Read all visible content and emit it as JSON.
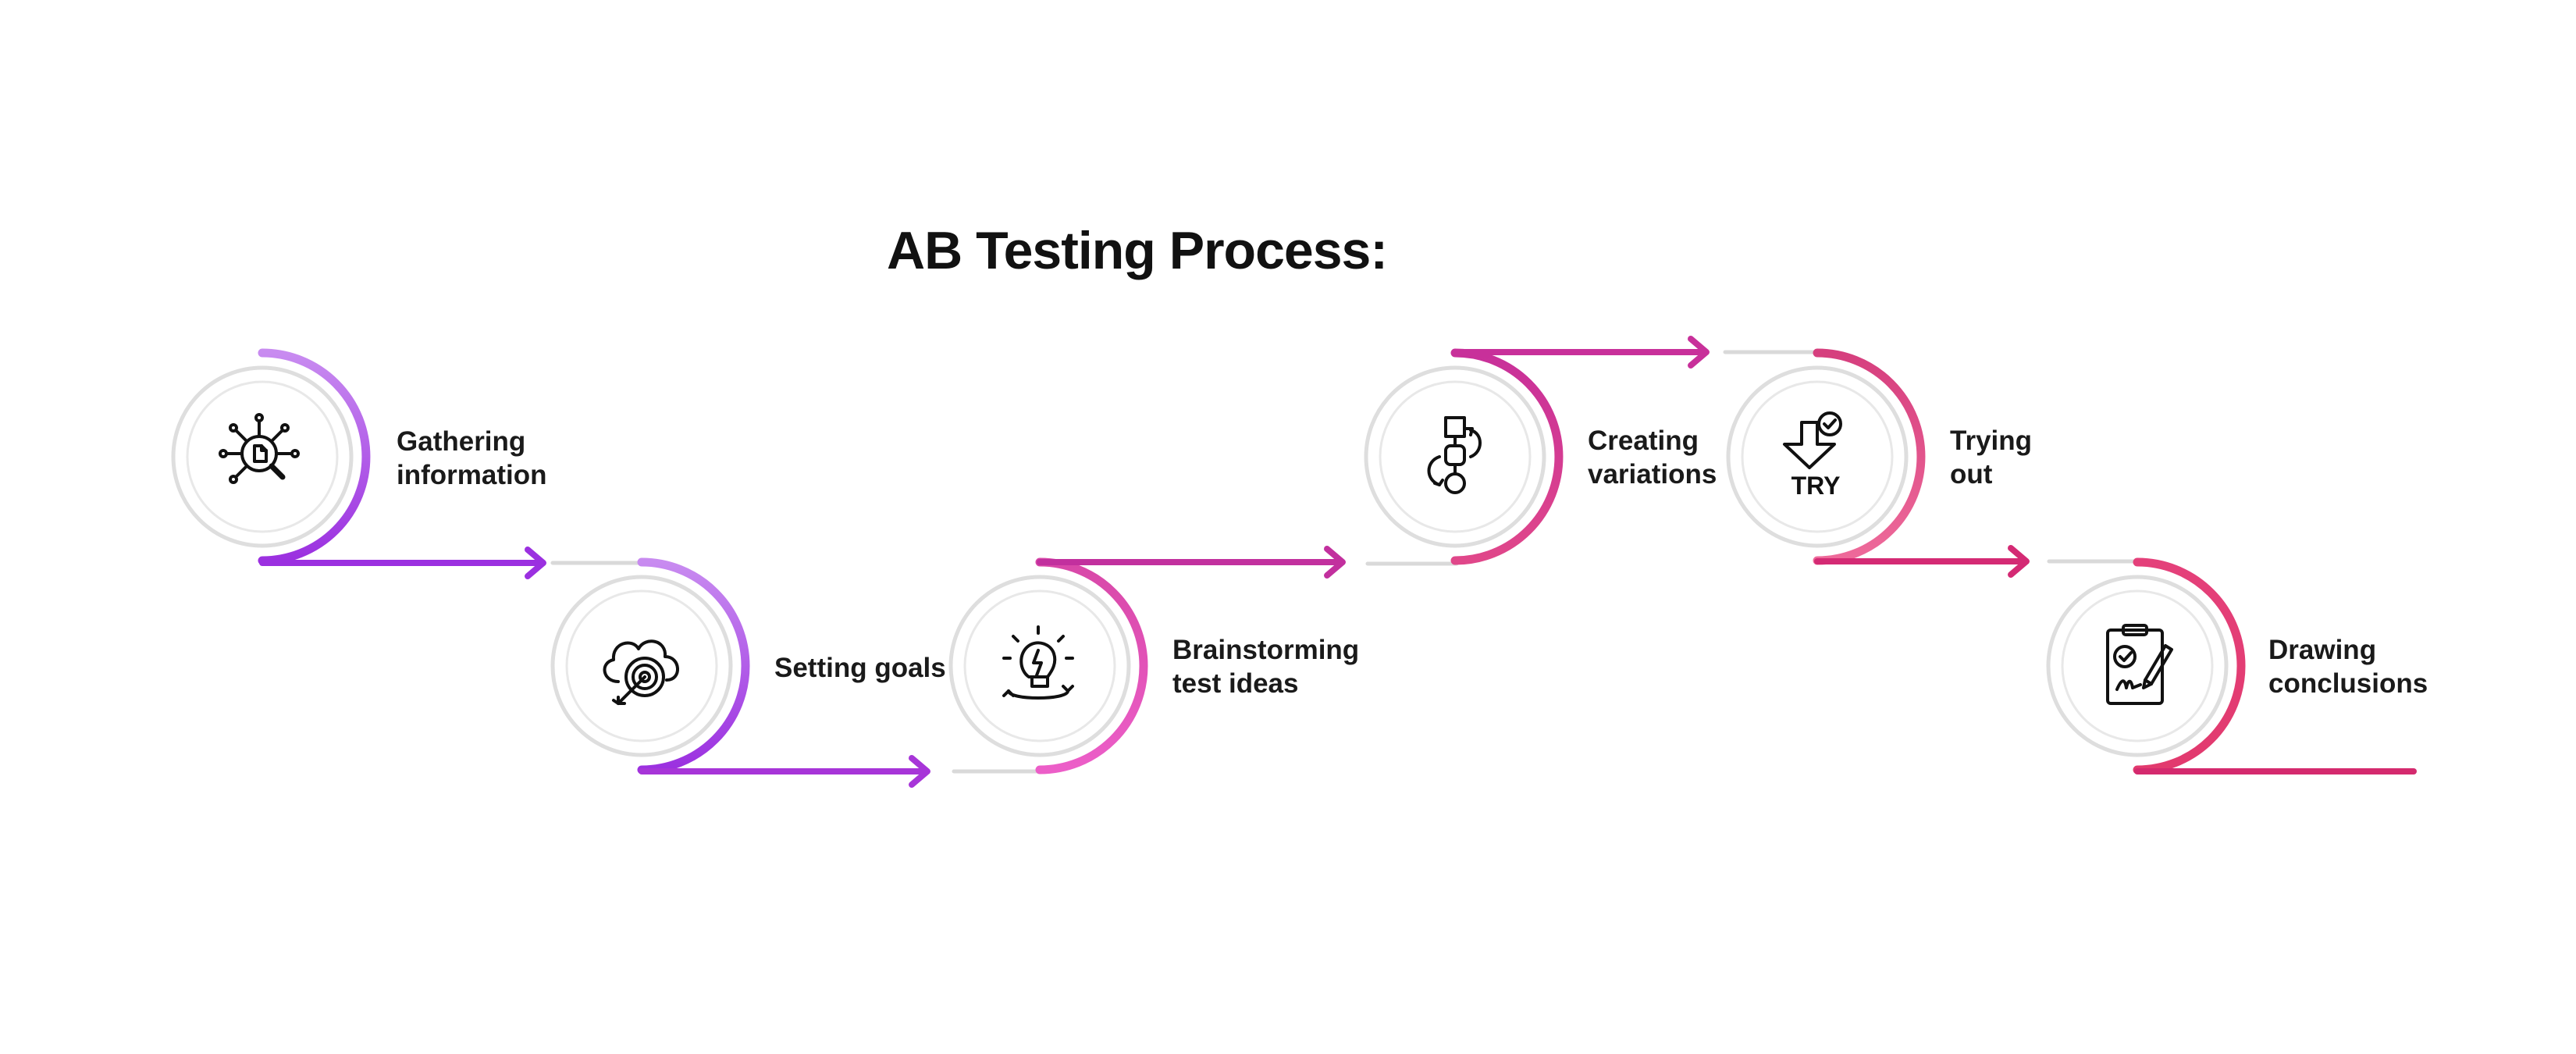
{
  "title": "AB Testing Process:",
  "colors": {
    "purple": "#9b30e0",
    "purple_light": "#c277ee",
    "magenta": "#c8309a",
    "pink": "#e8508a",
    "pink_dark": "#d42a74",
    "connector_gray": "#d9d9d9",
    "ring_gray": "#dedede"
  },
  "steps": [
    {
      "label_lines": [
        "Gathering",
        "information"
      ],
      "icon": "data-search-icon"
    },
    {
      "label_lines": [
        "Setting goals"
      ],
      "icon": "cloud-target-icon"
    },
    {
      "label_lines": [
        "Brainstorming",
        "test ideas"
      ],
      "icon": "lightbulb-idea-icon"
    },
    {
      "label_lines": [
        "Creating",
        "variations"
      ],
      "icon": "flowchart-variations-icon"
    },
    {
      "label_lines": [
        "Trying",
        "out"
      ],
      "icon": "try-arrow-check-icon",
      "icon_text": "TRY"
    },
    {
      "label_lines": [
        "Drawing",
        "conclusions"
      ],
      "icon": "clipboard-check-icon"
    }
  ]
}
